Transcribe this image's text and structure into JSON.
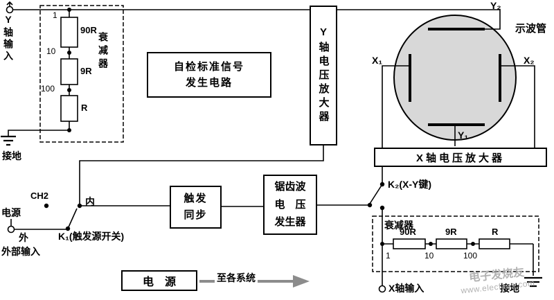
{
  "y_input": {
    "label": "Y轴输入"
  },
  "left_attenuator": {
    "label": "衰减器",
    "taps": [
      "1",
      "10",
      "100"
    ],
    "resistors": [
      "90R",
      "9R",
      "R"
    ]
  },
  "ground_left": {
    "label": "接地"
  },
  "selfcheck": {
    "line1": "自检标准信号",
    "line2": "发生电路"
  },
  "y_amp": {
    "label": "Y轴电压放大器"
  },
  "crt": {
    "label": "示波管",
    "y2": "Y₂",
    "y1": "Y₁",
    "x1": "X₁",
    "x2": "X₂"
  },
  "x_amp": {
    "label": "X轴电压放大器"
  },
  "k2": {
    "label": "K₂(X-Y键)"
  },
  "sawtooth": {
    "line1": "锯齿波",
    "line2": "电　压",
    "line3": "发生器"
  },
  "trigger": {
    "line1": "触发",
    "line2": "同步"
  },
  "source_switch": {
    "ch2": "CH2",
    "internal": "内",
    "power": "电源",
    "external": "外",
    "k1": "K₁(触发源开关)",
    "ext_input": "外部输入"
  },
  "power": {
    "label": "电　源",
    "to_systems": "至各系统"
  },
  "right_attenuator": {
    "label": "衰减器",
    "resistors": [
      "90R",
      "9R",
      "R"
    ],
    "taps": [
      "1",
      "10",
      "100"
    ]
  },
  "x_input": {
    "label": "X轴输入"
  },
  "ground_right": {
    "label": "接地"
  },
  "watermark": {
    "line1": "电子发烧友",
    "line2": "www.elecfans.com"
  },
  "colors": {
    "wire": "#000000",
    "crt_fill": "#d8d8d8",
    "arrow": "#8c8c8c"
  }
}
